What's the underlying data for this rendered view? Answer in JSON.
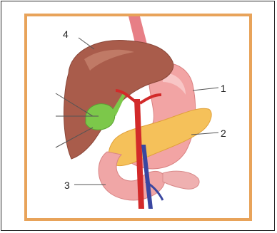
{
  "labels": [
    {
      "id": "stomach",
      "text": "1"
    },
    {
      "id": "pancreas",
      "text": "2"
    },
    {
      "id": "duodenum",
      "text": "3"
    },
    {
      "id": "liver",
      "text": "4"
    }
  ],
  "colors": {
    "border": "#e8a35a",
    "liver": "#a65a4a",
    "stomach": "#f0a0a0",
    "pancreas": "#f5c45a",
    "gallbladder": "#7fcf4a",
    "artery": "#d62b2b",
    "vein": "#3b4aa0"
  }
}
